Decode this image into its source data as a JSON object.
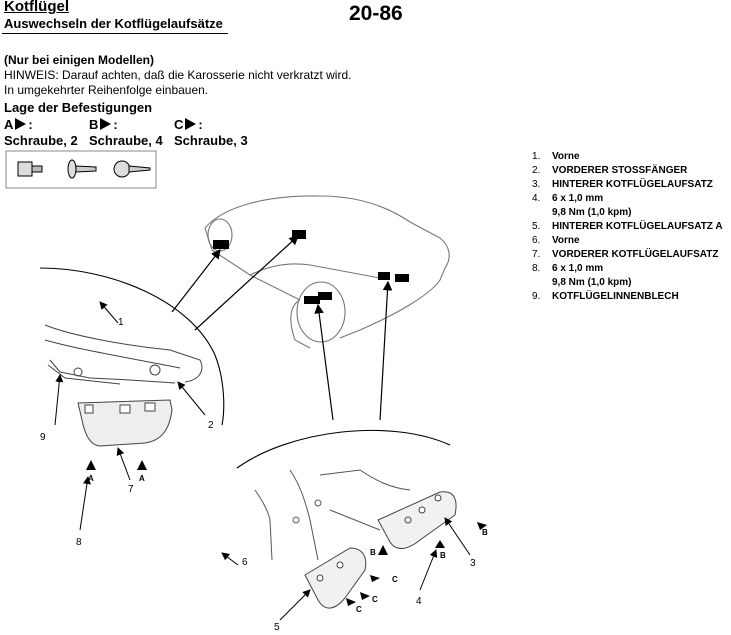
{
  "header": {
    "title": "Kotflügel",
    "subtitle": "Auswechseln der Kotflügelaufsätze",
    "page_number": "20-86"
  },
  "intro": {
    "models": "(Nur bei einigen Modellen)",
    "note": "HINWEIS: Darauf achten, daß die Karosserie nicht verkratzt wird.",
    "reverse": "In umgekehrter Reihenfolge einbauen."
  },
  "fasteners": {
    "heading": "Lage der Befestigungen",
    "items": [
      {
        "letter": "A",
        "colon": ":",
        "desc": "Schraube, 2"
      },
      {
        "letter": "B",
        "colon": ":",
        "desc": "Schraube, 4"
      },
      {
        "letter": "C",
        "colon": ":",
        "desc": "Schraube, 3"
      }
    ]
  },
  "legend": [
    {
      "num": "1.",
      "text": "Vorne"
    },
    {
      "num": "2.",
      "text": "VORDERER STOSSFÄNGER"
    },
    {
      "num": "3.",
      "text": "HINTERER KOTFLÜGELAUFSATZ"
    },
    {
      "num": "4.",
      "text": "6 x 1,0 mm",
      "sub": "9,8 Nm (1,0 kpm)"
    },
    {
      "num": "5.",
      "text": "HINTERER KOTFLÜGELAUFSATZ A"
    },
    {
      "num": "6.",
      "text": "Vorne"
    },
    {
      "num": "7.",
      "text": "VORDERER KOTFLÜGELAUFSATZ"
    },
    {
      "num": "8.",
      "text": "6 x 1,0 mm",
      "sub": "9,8 Nm (1,0 kpm)"
    },
    {
      "num": "9.",
      "text": "KOTFLÜGELINNENBLECH"
    }
  ],
  "callouts": {
    "c1": "1",
    "c2": "2",
    "c3": "3",
    "c4": "4",
    "c5": "5",
    "c6": "6",
    "c7": "7",
    "c8": "8",
    "c9": "9",
    "a": "A",
    "b": "B",
    "c": "C"
  }
}
